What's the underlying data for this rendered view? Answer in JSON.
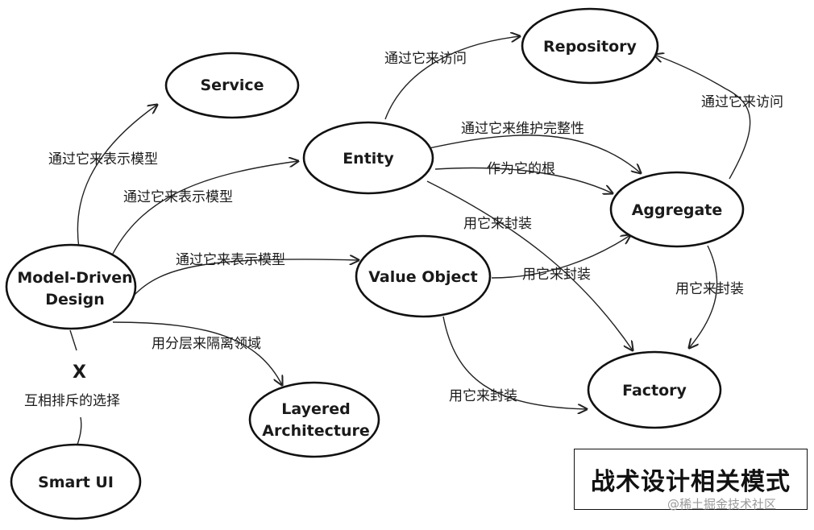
{
  "nodes": {
    "service": "Service",
    "repository": "Repository",
    "entity": "Entity",
    "aggregate": "Aggregate",
    "mdd_line1": "Model-Driven",
    "mdd_line2": "Design",
    "value_object": "Value Object",
    "factory": "Factory",
    "layered_line1": "Layered",
    "layered_line2": "Architecture",
    "smart_ui": "Smart UI"
  },
  "edges": {
    "entity_repository": "通过它来访问",
    "aggregate_repository": "通过它来访问",
    "mdd_service": "通过它来表示模型",
    "mdd_entity": "通过它来表示模型",
    "entity_aggregate_integrity": "通过它来维护完整性",
    "entity_aggregate_root": "作为它的根",
    "entity_factory": "用它来封装",
    "mdd_value_object": "通过它来表示模型",
    "vo_aggregate": "用它来封装",
    "aggregate_factory": "用它来封装",
    "mdd_layered": "用分层来隔离领域",
    "vo_factory": "用它来封装",
    "mdd_smartui": "互相排斥的选择"
  },
  "exclusion_mark": "X",
  "title": "战术设计相关模式",
  "watermark": "@稀土掘金技术社区"
}
